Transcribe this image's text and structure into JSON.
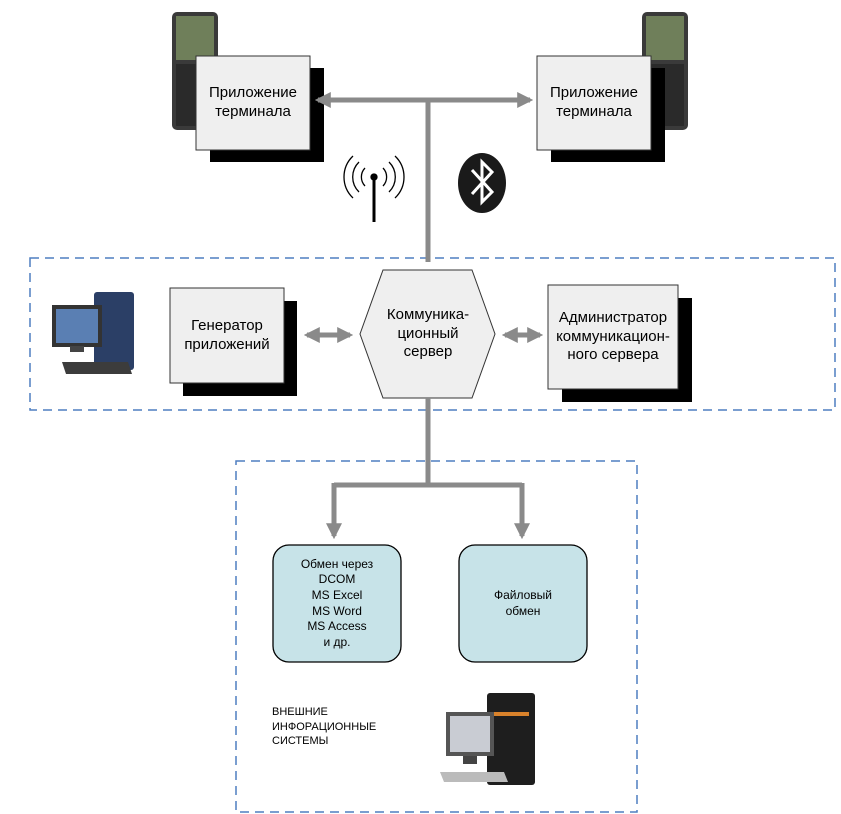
{
  "terminal_app_left": "Приложение\nтерминала",
  "terminal_app_right": "Приложение\nтерминала",
  "app_generator": "Генератор\nприложений",
  "comm_server": "Коммуника-\nционный\nсервер",
  "comm_admin": "Администратор\nкоммуникацион-\nного сервера",
  "exchange_dcom": "Обмен через\nDCOM\nMS Excel\nMS Word\nMS Access\nи др.",
  "file_exchange": "Файловый\nобмен",
  "external_systems": "ВНЕШНИЕ\nИНФОРАЦИОННЫЕ\nСИСТЕМЫ",
  "colors": {
    "arrow": "#8a8a8a",
    "box_fill": "#efefef",
    "shadow": "#000000",
    "dash_border": "#4f7fc0",
    "teal_fill": "#c7e3e8"
  },
  "icons": [
    "pda-terminal-icon",
    "radio-antenna-icon",
    "bluetooth-icon",
    "desktop-computer-icon"
  ]
}
